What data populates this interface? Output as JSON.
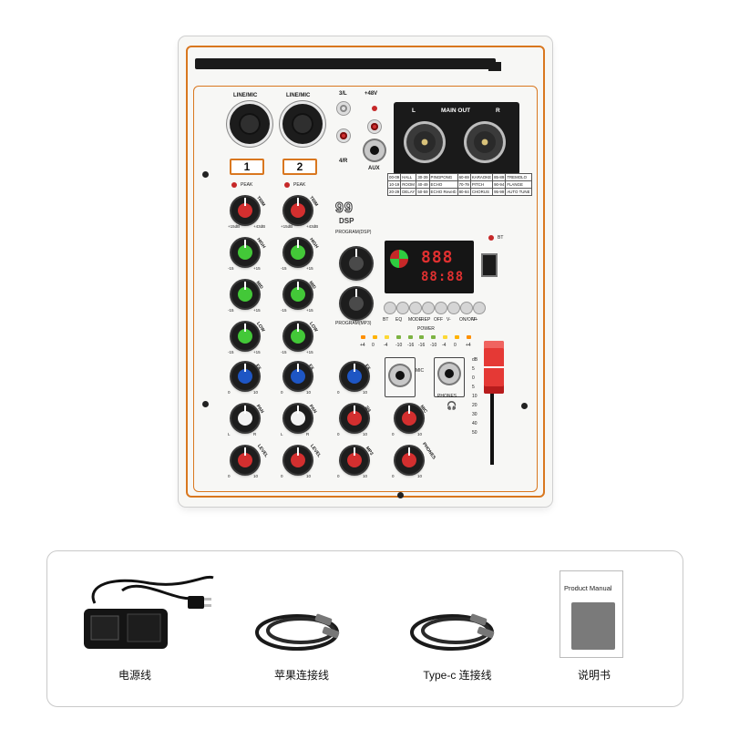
{
  "mixer": {
    "channels": [
      {
        "number": "1",
        "input_label": "LINE/MIC",
        "peak": "PEAK"
      },
      {
        "number": "2",
        "input_label": "LINE/MIC",
        "peak": "PEAK"
      }
    ],
    "rca_top": "3/L",
    "rca_bottom": "4/R",
    "phantom": "+48V",
    "aux": "AUX",
    "main_out": {
      "left": "L",
      "title": "MAIN OUT",
      "right": "R"
    },
    "effects_table": [
      [
        "00-09",
        "HALL",
        "30-39",
        "PINGPONG",
        "60-69",
        "KARAOKE",
        "85-89",
        "TREMOLO"
      ],
      [
        "10-19",
        "ROOM",
        "40-49",
        "ECHO",
        "70-79",
        "PITCH",
        "90-94",
        "FLANGE"
      ],
      [
        "20-29",
        "DELAY",
        "50-59",
        "ECHO Reverb",
        "80-84",
        "CHORUS",
        "95-99",
        "AUTO TUNE"
      ]
    ],
    "dsp_number": "99",
    "dsp_text": "DSP",
    "program_dsp": "PROGRAM(DSP)",
    "program_mp3": "PROGRAM(MP3)",
    "bt_led": "BT",
    "display_top": "888",
    "display_bottom": "88:88",
    "buttons": [
      "BT",
      "EQ",
      "MODE",
      "REP",
      "OFF",
      "V-",
      "ON/OFF",
      "V+"
    ],
    "power": "POWER",
    "meter_left": [
      "+4",
      "0",
      "-4",
      "-10",
      "-16"
    ],
    "meter_right": [
      "-16",
      "-10",
      "-4",
      "0",
      "+4"
    ],
    "knob_labels": {
      "trim": "TRIM",
      "high": "HIGH",
      "mid": "MID",
      "low": "LOW",
      "fx": "FX",
      "pan": "PAN",
      "level": "LEVEL",
      "ch34": "3/4",
      "mp3": "MP3",
      "mic": "MIC",
      "phones": "PHONES"
    },
    "scales": {
      "trim_min": "+15dB",
      "trim_max": "+43dB",
      "eq_min": "-15",
      "eq_max": "+15",
      "zero": "0",
      "ten": "10",
      "l": "L",
      "r": "R"
    },
    "mic_jack": "MIC",
    "phones_jack": "PHONES",
    "fader_scale": [
      "dB",
      "5",
      "0",
      "5",
      "10",
      "20",
      "30",
      "40",
      "50"
    ]
  },
  "accessories": [
    {
      "name": "电源线"
    },
    {
      "name": "苹果连接线"
    },
    {
      "name": "Type-c 连接线"
    },
    {
      "name": "说明书"
    }
  ],
  "manual_title": "Product Manual",
  "colors": {
    "trim": "#d9771f",
    "knob_red": "#d32f2f",
    "knob_green": "#43c838",
    "knob_blue": "#1e56c4",
    "fader": "#e53935"
  }
}
